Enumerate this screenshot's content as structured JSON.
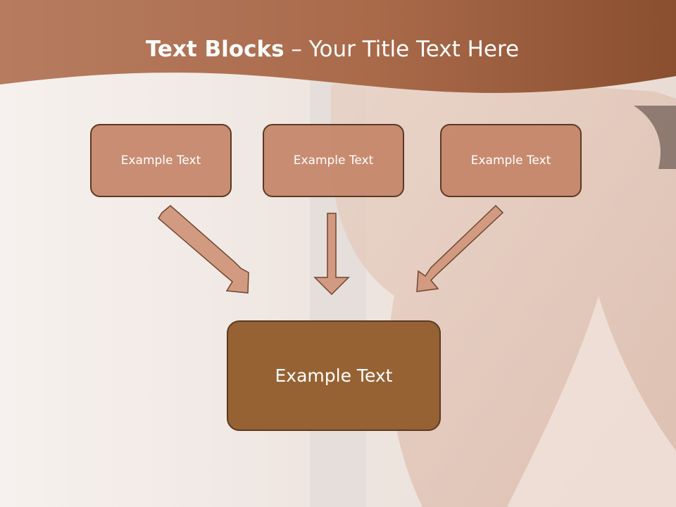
{
  "slide": {
    "title_bold": "Text Blocks",
    "title_dash": " – ",
    "title_rest": "Your Title Text Here"
  },
  "blocks": {
    "left": "Example Text",
    "middle": "Example Text",
    "right": "Example Text",
    "bottom": "Example Text"
  },
  "colors": {
    "title_band": "#a96a4a",
    "small_box_fill": "#c48468",
    "big_box_fill": "#966233",
    "box_border": "#5a3a25",
    "arrow_fill": "#d29a80",
    "arrow_stroke": "#6e4630"
  }
}
